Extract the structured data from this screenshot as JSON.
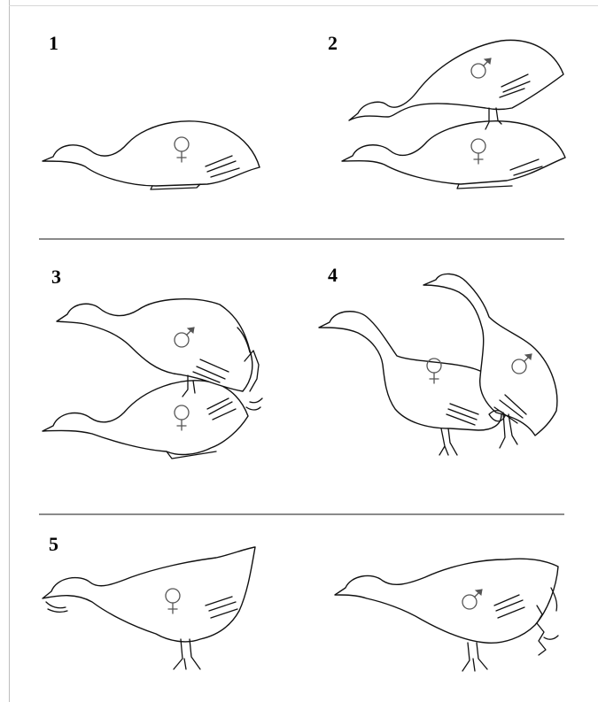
{
  "panels": [
    {
      "number": "1"
    },
    {
      "number": "2"
    },
    {
      "number": "3"
    },
    {
      "number": "4"
    },
    {
      "number": "5"
    }
  ],
  "symbols": {
    "female": "female-symbol-icon",
    "male": "male-symbol-icon"
  },
  "colors": {
    "outline": "#111111",
    "separator": "#8a8a8a",
    "sex_symbol": "#555555",
    "background": "#ffffff"
  }
}
